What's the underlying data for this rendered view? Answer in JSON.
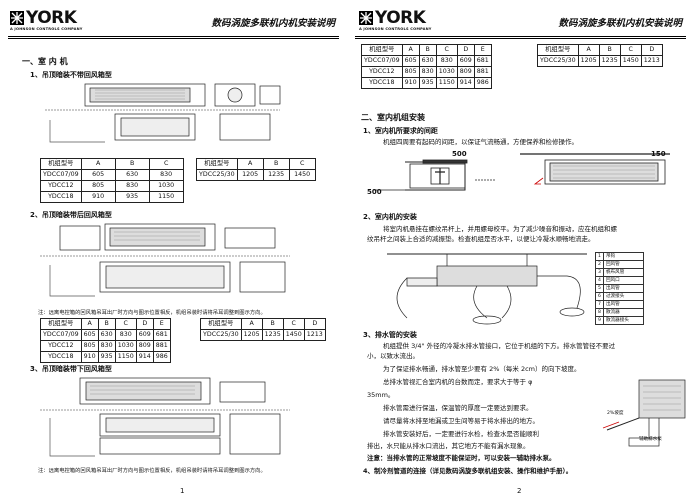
{
  "brand": {
    "name": "YORK",
    "subtitle": "A JOHNSON CONTROLS COMPANY"
  },
  "doc_title": "数码涡旋多联机内机安装说明",
  "left": {
    "section1": "一、室 内 机",
    "sub1": "1、吊顶暗装不带回风箱型",
    "table1": {
      "headers": [
        "机组型号",
        "A",
        "B",
        "C"
      ],
      "rows": [
        [
          "YDCC07/09",
          "605",
          "630",
          "830"
        ],
        [
          "YDCC12",
          "805",
          "830",
          "1030"
        ],
        [
          "YDCC18",
          "910",
          "935",
          "1150"
        ]
      ]
    },
    "table2": {
      "headers": [
        "机组型号",
        "A",
        "B",
        "C"
      ],
      "rows": [
        [
          "YDCC25/30",
          "1205",
          "1235",
          "1450"
        ]
      ]
    },
    "sub2": "2、吊顶暗装带后回风箱型",
    "note1": "注：远离电控箱的回风箱吊耳出厂时方向与图示位置相反，机组吊装时请将吊耳调整到图示方向。",
    "table3": {
      "headers": [
        "机组型号",
        "A",
        "B",
        "C",
        "D",
        "E"
      ],
      "rows": [
        [
          "YDCC07/09",
          "605",
          "630",
          "830",
          "609",
          "681"
        ],
        [
          "YDCC12",
          "805",
          "830",
          "1030",
          "809",
          "881"
        ],
        [
          "YDCC18",
          "910",
          "935",
          "1150",
          "914",
          "986"
        ]
      ]
    },
    "table4": {
      "headers": [
        "机组型号",
        "A",
        "B",
        "C",
        "D"
      ],
      "rows": [
        [
          "YDCC25/30",
          "1205",
          "1235",
          "1450",
          "1213"
        ]
      ]
    },
    "sub3": "3、吊顶暗装带下回风箱型",
    "note2": "注：远离电控箱的回风箱吊耳出厂时方向与图示位置相反，机组吊装时请将吊耳调整到图示方向。",
    "page_no": "1"
  },
  "right": {
    "table5": {
      "headers": [
        "机组型号",
        "A",
        "B",
        "C",
        "D",
        "E"
      ],
      "rows": [
        [
          "YDCC07/09",
          "605",
          "630",
          "830",
          "609",
          "681"
        ],
        [
          "YDCC12",
          "805",
          "830",
          "1030",
          "809",
          "881"
        ],
        [
          "YDCC18",
          "910",
          "935",
          "1150",
          "914",
          "986"
        ]
      ]
    },
    "table6": {
      "headers": [
        "机组型号",
        "A",
        "B",
        "C",
        "D"
      ],
      "rows": [
        [
          "YDCC25/30",
          "1205",
          "1235",
          "1450",
          "1213"
        ]
      ]
    },
    "section2": "二、室内机组安装",
    "s2_1": "1、室内机所要求的间距",
    "s2_1_text": "机组四周要有起码的间距，以保证气流畅通，方便保养和检修操作。",
    "dim_500a": "500",
    "dim_150": "150",
    "dim_500b": "500",
    "s2_2": "2、室内机的安装",
    "s2_2_text": [
      "将室内机悬挂在螺纹吊杆上，并用螺母校平。为了减少噪音和振动，应在机组和螺",
      "纹吊杆之间装上合适的减振垫。检查机组是否水平，以便让冷凝水顺畅地流走。"
    ],
    "legend": [
      [
        "1",
        "吊钩"
      ],
      [
        "2",
        "回风管"
      ],
      [
        "3",
        "帆布风管"
      ],
      [
        "4",
        "回风口"
      ],
      [
        "5",
        "出风管"
      ],
      [
        "6",
        "过渡接头"
      ],
      [
        "7",
        "出风管"
      ],
      [
        "8",
        "散流器"
      ],
      [
        "9",
        "散流器接头"
      ]
    ],
    "s2_3": "3、排水管的安装",
    "s2_3_text": [
      "机组提供 3/4\" 外径的冷凝水排水管接口，它位于机组的下方。排水管管径不要过",
      "小，以致水流出。",
      "为了保证排水畅通，排水管至少要有 2%（每米 2cm）的向下坡度。",
      "总排水管视汇合室内机的台数而定，要求大于等于 φ",
      "35mm。",
      "排水管需进行保温，保温管的厚度一定要达到要求。",
      "请尽量将水排至地漏或卫生间等易于将水排出的地方。",
      "排水管安装好后，一定要进行水检，检查水是否能顺利",
      "排出，水只能从排水口流出，其它地方不能有漏水现象。"
    ],
    "s2_3_note": "注意：当排水管的正常坡度不能保证时，可以安装一辅助排水泵。",
    "s2_4": "4、制冷剂管道的连接（详见数码涡旋多联机组安装、操作和维护手册）。",
    "slope_label": "2%坡度",
    "pipe_label": "辅助排水泵",
    "page_no": "2"
  }
}
